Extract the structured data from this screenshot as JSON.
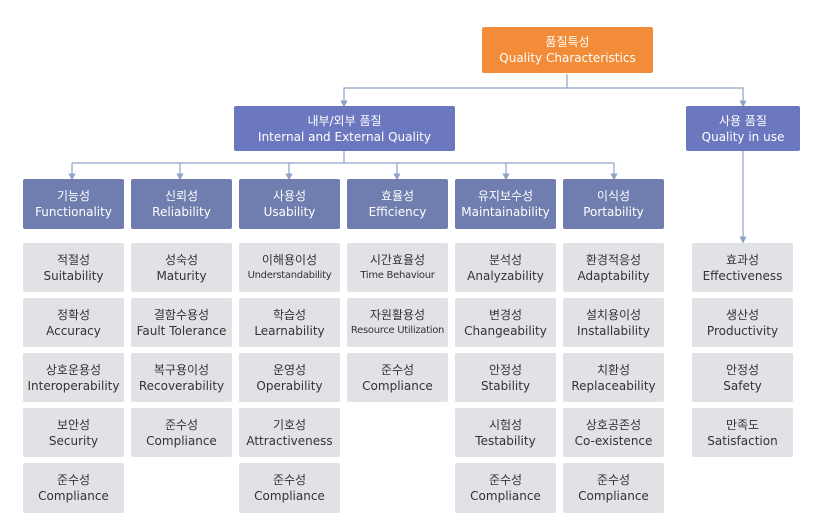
{
  "root": {
    "ko": "품질특성",
    "en": "Quality Characteristics"
  },
  "internal": {
    "ko": "내부/외부 품질",
    "en": "Internal and External Quality"
  },
  "in_use": {
    "ko": "사용 품질",
    "en": "Quality in use"
  },
  "characteristics": [
    {
      "ko": "기능성",
      "en": "Functionality",
      "subs": [
        {
          "ko": "적절성",
          "en": "Suitability"
        },
        {
          "ko": "정확성",
          "en": "Accuracy"
        },
        {
          "ko": "상호운용성",
          "en": "Interoperability"
        },
        {
          "ko": "보안성",
          "en": "Security"
        },
        {
          "ko": "준수성",
          "en": "Compliance"
        }
      ]
    },
    {
      "ko": "신뢰성",
      "en": "Reliability",
      "subs": [
        {
          "ko": "성숙성",
          "en": "Maturity"
        },
        {
          "ko": "결함수용성",
          "en": "Fault Tolerance"
        },
        {
          "ko": "복구용이성",
          "en": "Recoverability"
        },
        {
          "ko": "준수성",
          "en": "Compliance"
        }
      ]
    },
    {
      "ko": "사용성",
      "en": "Usability",
      "subs": [
        {
          "ko": "이해용이성",
          "en": "Understandability"
        },
        {
          "ko": "학습성",
          "en": "Learnability"
        },
        {
          "ko": "운영성",
          "en": "Operability"
        },
        {
          "ko": "기호성",
          "en": "Attractiveness"
        },
        {
          "ko": "준수성",
          "en": "Compliance"
        }
      ]
    },
    {
      "ko": "효율성",
      "en": "Efficiency",
      "subs": [
        {
          "ko": "시간효율성",
          "en": "Time Behaviour"
        },
        {
          "ko": "자원활용성",
          "en": "Resource Utilization"
        },
        {
          "ko": "준수성",
          "en": "Compliance"
        }
      ]
    },
    {
      "ko": "유지보수성",
      "en": "Maintainability",
      "subs": [
        {
          "ko": "분석성",
          "en": "Analyzability"
        },
        {
          "ko": "변경성",
          "en": "Changeability"
        },
        {
          "ko": "안정성",
          "en": "Stability"
        },
        {
          "ko": "시험성",
          "en": "Testability"
        },
        {
          "ko": "준수성",
          "en": "Compliance"
        }
      ]
    },
    {
      "ko": "이식성",
      "en": "Portability",
      "subs": [
        {
          "ko": "환경적응성",
          "en": "Adaptability"
        },
        {
          "ko": "설치용이성",
          "en": "Installability"
        },
        {
          "ko": "치환성",
          "en": "Replaceability"
        },
        {
          "ko": "상호공존성",
          "en": "Co-existence"
        },
        {
          "ko": "준수성",
          "en": "Compliance"
        }
      ]
    }
  ],
  "in_use_subs": [
    {
      "ko": "효과성",
      "en": "Effectiveness"
    },
    {
      "ko": "생산성",
      "en": "Productivity"
    },
    {
      "ko": "안정성",
      "en": "Safety"
    },
    {
      "ko": "만족도",
      "en": "Satisfaction"
    }
  ],
  "colors": {
    "root": "#f28c38",
    "level1": "#6b78c0",
    "level2": "#6f7eaf",
    "leaf": "#e1e2e6",
    "connector": "#8fa3c8"
  }
}
